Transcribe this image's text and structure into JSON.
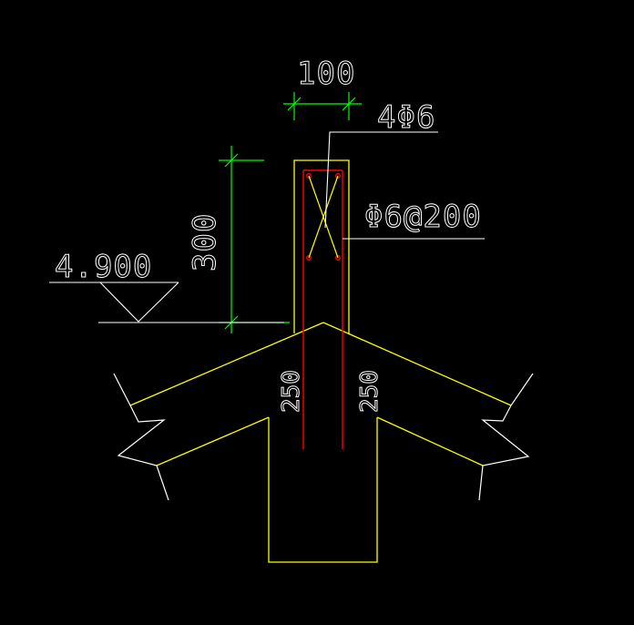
{
  "colors": {
    "background": "#000000",
    "concrete_outline": "#ffff00",
    "rebar": "#ff0000",
    "dimension": "#00ff00",
    "annotation": "#ffffff"
  },
  "annotations": {
    "top_width_dim": "100",
    "longitudinal_rebar": "4Φ6",
    "stirrup_spec": "Φ6@200",
    "height_dim": "300",
    "elevation": "4.900",
    "left_thickness_dim": "250",
    "right_thickness_dim": "250"
  }
}
